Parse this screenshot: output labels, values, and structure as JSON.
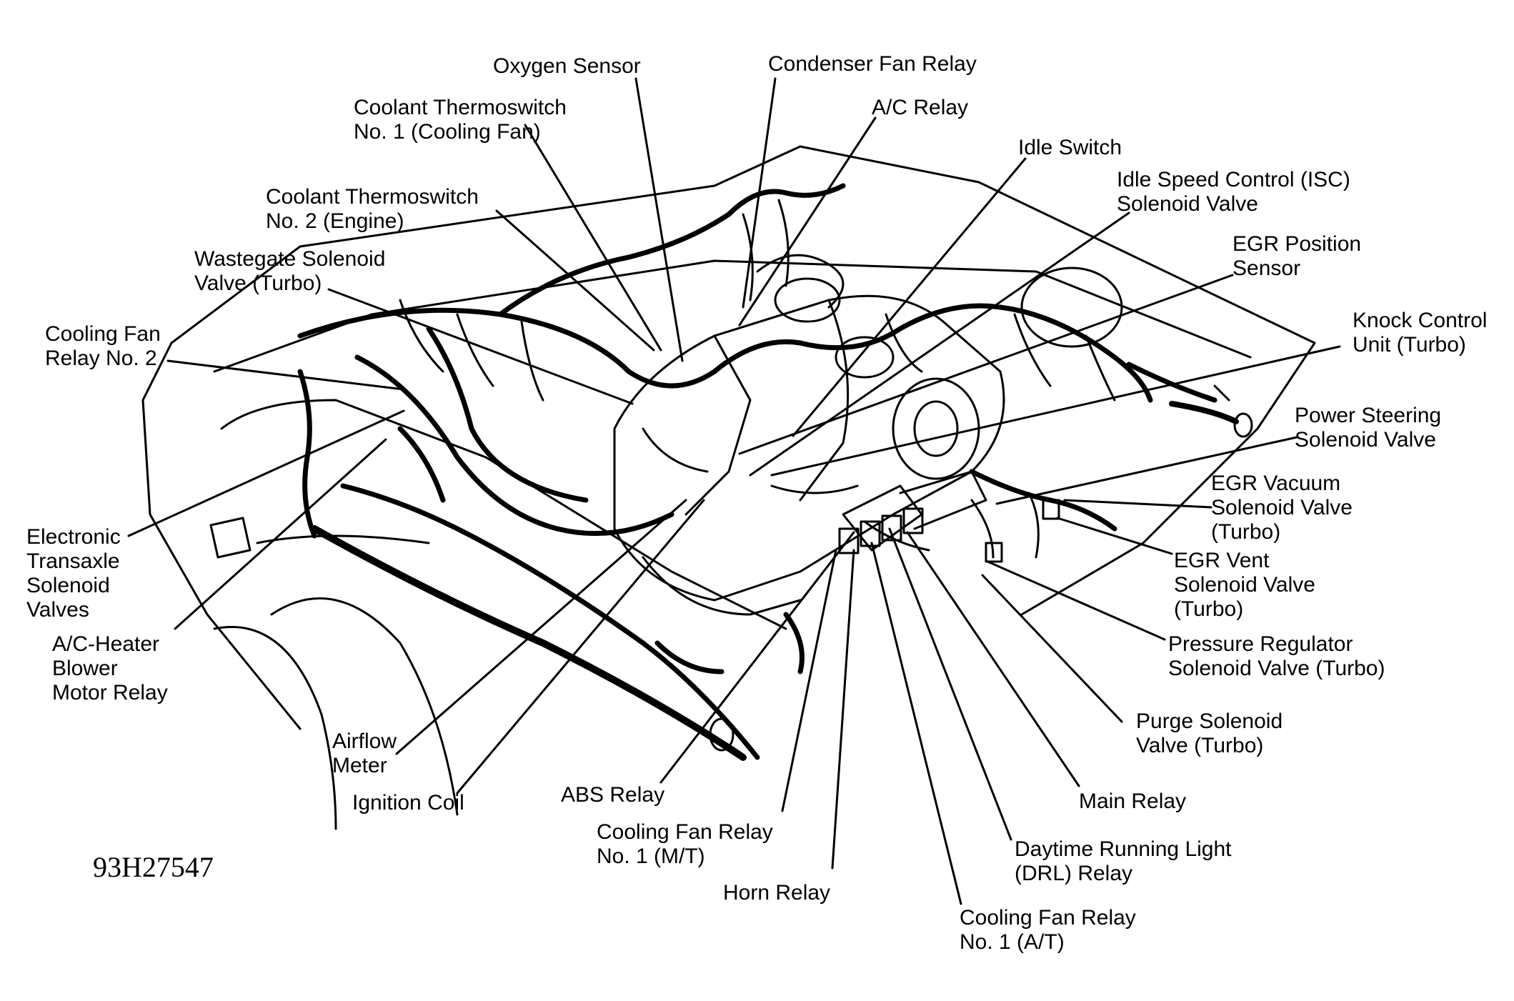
{
  "figure_id": "93H27547",
  "labels": {
    "oxygen_sensor": "Oxygen Sensor",
    "condenser_fan_relay": "Condenser Fan Relay",
    "coolant_thermoswitch_1": "Coolant Thermoswitch\nNo. 1 (Cooling Fan)",
    "ac_relay": "A/C Relay",
    "idle_switch": "Idle Switch",
    "coolant_thermoswitch_2": "Coolant Thermoswitch\nNo. 2 (Engine)",
    "isc_solenoid_valve": "Idle Speed Control (ISC)\nSolenoid Valve",
    "wastegate_solenoid_valve": "Wastegate Solenoid\nValve (Turbo)",
    "egr_position_sensor": "EGR Position\nSensor",
    "cooling_fan_relay_2": "Cooling Fan\nRelay No. 2",
    "knock_control_unit": "Knock Control\nUnit (Turbo)",
    "power_steering_solenoid_valve": "Power Steering\nSolenoid Valve",
    "egr_vacuum_solenoid_valve": "EGR Vacuum\nSolenoid Valve\n(Turbo)",
    "electronic_transaxle_solenoid_valves": "Electronic\nTransaxle\nSolenoid\nValves",
    "egr_vent_solenoid_valve": "EGR Vent\nSolenoid Valve\n(Turbo)",
    "pressure_regulator_solenoid_valve": "Pressure Regulator\nSolenoid Valve (Turbo)",
    "ac_heater_blower_motor_relay": "A/C-Heater\nBlower\nMotor Relay",
    "purge_solenoid_valve": "Purge Solenoid\nValve (Turbo)",
    "airflow_meter": "Airflow\nMeter",
    "main_relay": "Main Relay",
    "ignition_coil": "Ignition Coil",
    "abs_relay": "ABS Relay",
    "cooling_fan_relay_1_mt": "Cooling Fan Relay\nNo. 1 (M/T)",
    "drl_relay": "Daytime Running Light\n(DRL) Relay",
    "horn_relay": "Horn Relay",
    "cooling_fan_relay_1_at": "Cooling Fan Relay\nNo. 1 (A/T)"
  }
}
